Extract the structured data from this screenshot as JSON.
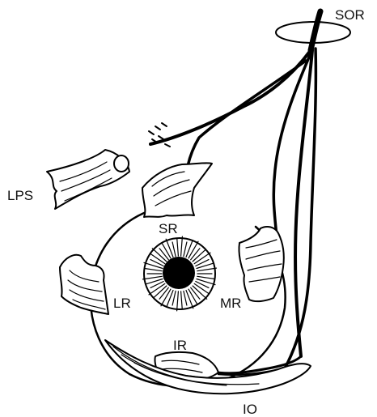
{
  "labels": {
    "sor": "SOR",
    "lps": "LPS",
    "sr": "SR",
    "lr": "LR",
    "mr": "MR",
    "ir": "IR",
    "io": "IO"
  },
  "colors": {
    "ink": "#000000",
    "background": "#ffffff"
  }
}
